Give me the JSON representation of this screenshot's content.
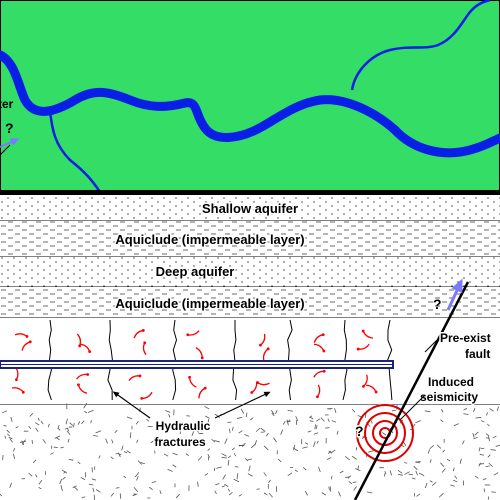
{
  "surface": {
    "river_label_fragment": "ter",
    "unknown_mark": "?"
  },
  "layers": [
    {
      "id": "shallow-aquifer",
      "label": "Shallow aquifer",
      "pattern": "dots"
    },
    {
      "id": "aquiclude-upper",
      "label": "Aquiclude (impermeable layer)",
      "pattern": "dashes"
    },
    {
      "id": "deep-aquifer",
      "label": "Deep aquifer",
      "pattern": "dots"
    },
    {
      "id": "aquiclude-lower",
      "label": "Aquiclude (impermeable layer)",
      "pattern": "dashes"
    },
    {
      "id": "fractured-zone",
      "label": "",
      "pattern": "fractures"
    },
    {
      "id": "basement",
      "label": "",
      "pattern": "granite"
    }
  ],
  "annotations": {
    "fault_label_line1": "Pre-exist",
    "fault_label_line2": "fault",
    "seismicity_line1": "Induced",
    "seismicity_line2": "seismicity",
    "fractures_line1": "Hydraulic",
    "fractures_line2": "fractures",
    "fault_unknown": "?",
    "seismicity_unknown": "?"
  },
  "colors": {
    "land": "#33dd66",
    "river": "#0a1ee6",
    "well": "#1a237e",
    "fracture_arrows": "#ff0000",
    "seismic_rings": "#dd0000",
    "arrow_blue": "#7b7bff"
  }
}
